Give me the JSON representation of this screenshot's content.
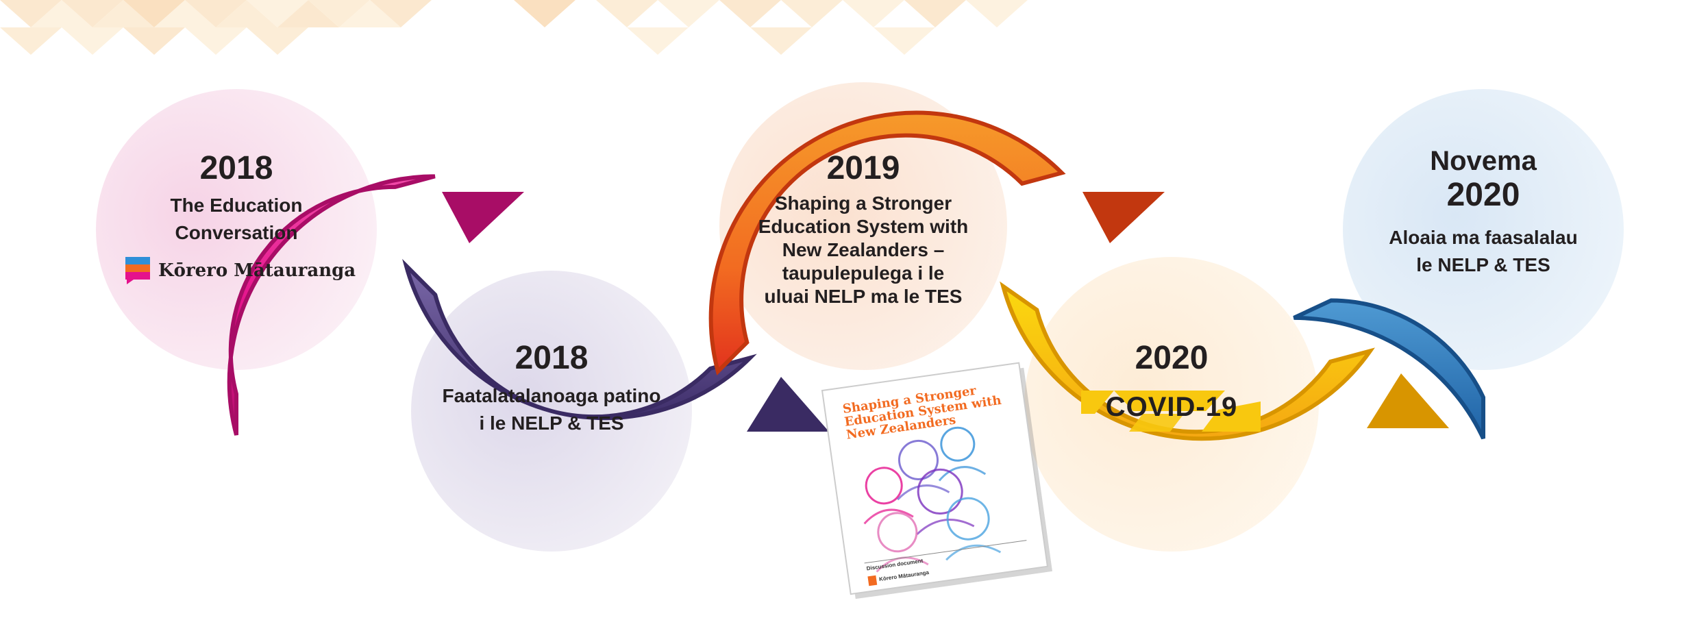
{
  "colors": {
    "pink": "#e5128c",
    "purple": "#5c4a8a",
    "orange": "#f26b21",
    "yellow": "#f8c80f",
    "blue": "#2f7fc1"
  },
  "steps": [
    {
      "year": "2018",
      "title_lines": [
        "The Education",
        "Conversation"
      ],
      "brand": "Kōrero Mātauranga"
    },
    {
      "year": "2018",
      "title_lines": [
        "Faatalatalanoaga patino",
        "i le NELP & TES"
      ]
    },
    {
      "year": "2019",
      "title_lines": [
        "Shaping a Stronger",
        "Education System with",
        "New Zealanders –",
        "taupulepulega i le",
        "uluai NELP ma le TES"
      ]
    },
    {
      "year": "2020",
      "badge": "COVID-19"
    },
    {
      "year_lines": [
        "Novema",
        "2020"
      ],
      "title_lines": [
        "Aloaia ma faasalalau",
        "le NELP & TES"
      ]
    }
  ],
  "booklet": {
    "title_lines": [
      "Shaping a Stronger",
      "Education System with",
      "New Zealanders"
    ],
    "footer": "Discussion document",
    "footer_brand": "Kōrero Mātauranga"
  }
}
